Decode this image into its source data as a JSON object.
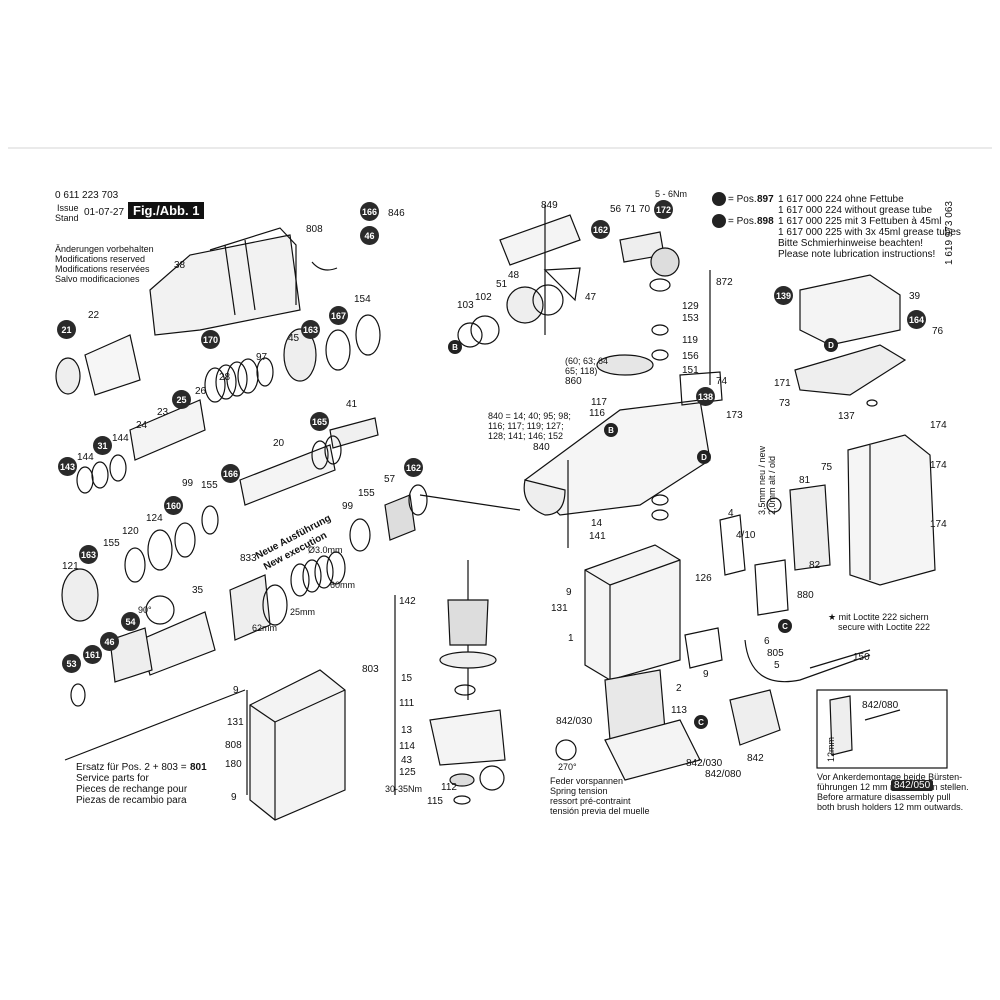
{
  "header": {
    "part_no": "0 611 223 703",
    "issue_label": "Issue",
    "stand_label": "Stand",
    "issue_date": "01-07-27",
    "fig_label": "Fig./Abb. 1",
    "doc_no": "1 619 973 063"
  },
  "notice": [
    "Änderungen vorbehalten",
    "Modifications reserved",
    "Modifications reservées",
    "Salvo modificaciones"
  ],
  "grease_notes": {
    "pos897_prefix": "= Pos.",
    "pos897_num": "897",
    "pos897_l1": "1 617 000 224 ohne Fettube",
    "pos897_l2": "1 617 000 224 without grease tube",
    "pos898_prefix": "= Pos.",
    "pos898_num": "898",
    "pos898_l1": "1 617 000 225 mit 3 Fettuben à 45ml",
    "pos898_l2": "1 617 000 225 with 3x 45ml grease tubes",
    "note_de": "Bitte Schmierhinweise beachten!",
    "note_en": "Please note lubrication instructions!"
  },
  "service_parts": {
    "de": "Ersatz für Pos. 2 + 803 =",
    "num": "801",
    "en": "Service parts for",
    "fr": "Pieces de rechange pour",
    "es": "Piezas de recambio para"
  },
  "spring_tension": [
    "Feder vorspannen",
    "Spring tension",
    "ressort pré-contraint",
    "tensión previa del muelle"
  ],
  "loctite": [
    "★ mit Loctite 222 sichern",
    "secure with Loctite 222"
  ],
  "brush_note": [
    "Vor Ankerdemontage beide Bürsten-",
    "führungen 12 mm nach außen stellen.",
    "Before armature disassembly pull",
    "both brush holders 12 mm outwards."
  ],
  "new_execution": [
    "Neue Ausführung",
    "New execution"
  ],
  "dimensions": {
    "d3mm": "Ø3.0mm",
    "mm62": "62mm",
    "mm25": "25mm",
    "mm60": "60mm",
    "torque1": "5 - 6Nm",
    "torque2": "30-35Nm",
    "angle90": "90°",
    "angle270": "270°",
    "old_new": [
      "3,5mm neu / new",
      "2,0mm alt / old"
    ],
    "mm12": "12mm",
    "ref840": [
      "840 = 14; 40; 95; 98;",
      "116; 117; 119; 127;",
      "128; 141; 146; 152"
    ],
    "ref860": [
      "(60; 63; 64",
      "65; 118)"
    ]
  },
  "badges": {
    "b166": "166",
    "b46a": "46",
    "b21": "21",
    "b170": "170",
    "b163a": "163",
    "b167": "167",
    "b25": "25",
    "b31": "31",
    "b143": "143",
    "b165": "165",
    "b166b": "166",
    "b162a": "162",
    "b160": "160",
    "b163b": "163",
    "b54": "54",
    "b46b": "46",
    "b161": "161",
    "b53": "53",
    "b162b": "162",
    "b172": "172",
    "b139": "139",
    "b164": "164",
    "b138": "138",
    "b842_050": "842/050"
  },
  "point_markers": {
    "B": "B",
    "C": "C",
    "D": "D"
  },
  "labels": {
    "n808a": "808",
    "n846": "846",
    "n38": "38",
    "n22": "22",
    "n154": "154",
    "n45": "45",
    "n97": "97",
    "n28": "28",
    "n26": "26",
    "n23": "23",
    "n24": "24",
    "n144a": "144",
    "n144b": "144",
    "n41": "41",
    "n20": "20",
    "n99a": "99",
    "n155a": "155",
    "n124": "124",
    "n120": "120",
    "n155b": "155",
    "n121": "121",
    "n35": "35",
    "n833": "833",
    "n99b": "99",
    "n155c": "155",
    "n57": "57",
    "n142": "142",
    "n803": "803",
    "n15": "15",
    "n111": "111",
    "n13": "13",
    "n114": "114",
    "n125": "125",
    "n43": "43",
    "n112": "112",
    "n115": "115",
    "n9a": "9",
    "n131a": "131",
    "n808b": "808",
    "n180": "180",
    "n9b": "9",
    "n849": "849",
    "n56": "56",
    "n71": "71",
    "n70": "70",
    "n51": "51",
    "n48": "48",
    "n103": "103",
    "n102": "102",
    "n47": "47",
    "n872": "872",
    "n129": "129",
    "n153": "153",
    "n119": "119",
    "n156": "156",
    "n151": "151",
    "n860": "860",
    "n74": "74",
    "n117": "117",
    "n116": "116",
    "n173": "173",
    "n840": "840",
    "n14": "14",
    "n141": "141",
    "n39": "39",
    "n76": "76",
    "n171": "171",
    "n73": "73",
    "n137": "137",
    "n174a": "174",
    "n174b": "174",
    "n174c": "174",
    "n75": "75",
    "n81": "81",
    "n82": "82",
    "n4": "4",
    "n410": "4/10",
    "n880": "880",
    "n9c": "9",
    "n131b": "131",
    "n126": "126",
    "n1": "1",
    "n6": "6",
    "n805": "805",
    "n5": "5",
    "n150": "150",
    "n9d": "9",
    "n2": "2",
    "n113": "113",
    "n842_030a": "842/030",
    "n842_030b": "842/030",
    "n842_080a": "842/080",
    "n842": "842",
    "n842_080b": "842/080"
  },
  "colors": {
    "ink": "#111111",
    "badge": "#2a2a2a",
    "paper": "#ffffff"
  }
}
